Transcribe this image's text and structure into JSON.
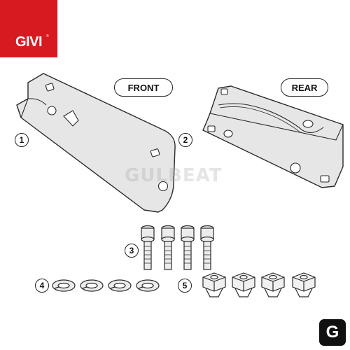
{
  "brand": {
    "logo_text": "GIVI",
    "logo_mark": "®",
    "logo_color": "#d71920"
  },
  "labels": {
    "front": "FRONT",
    "rear": "REAR"
  },
  "callouts": {
    "c1": "1",
    "c2": "2",
    "c3": "3",
    "c4": "4",
    "c5": "5"
  },
  "watermark": {
    "text": "GULBEAT"
  },
  "badge": {
    "icon": "gulbeat-logo-icon",
    "glyph": "G"
  },
  "colors": {
    "part_fill": "#e6e6e6",
    "part_stroke": "#2a2a2a",
    "nut_fill": "#f0f0f0"
  }
}
